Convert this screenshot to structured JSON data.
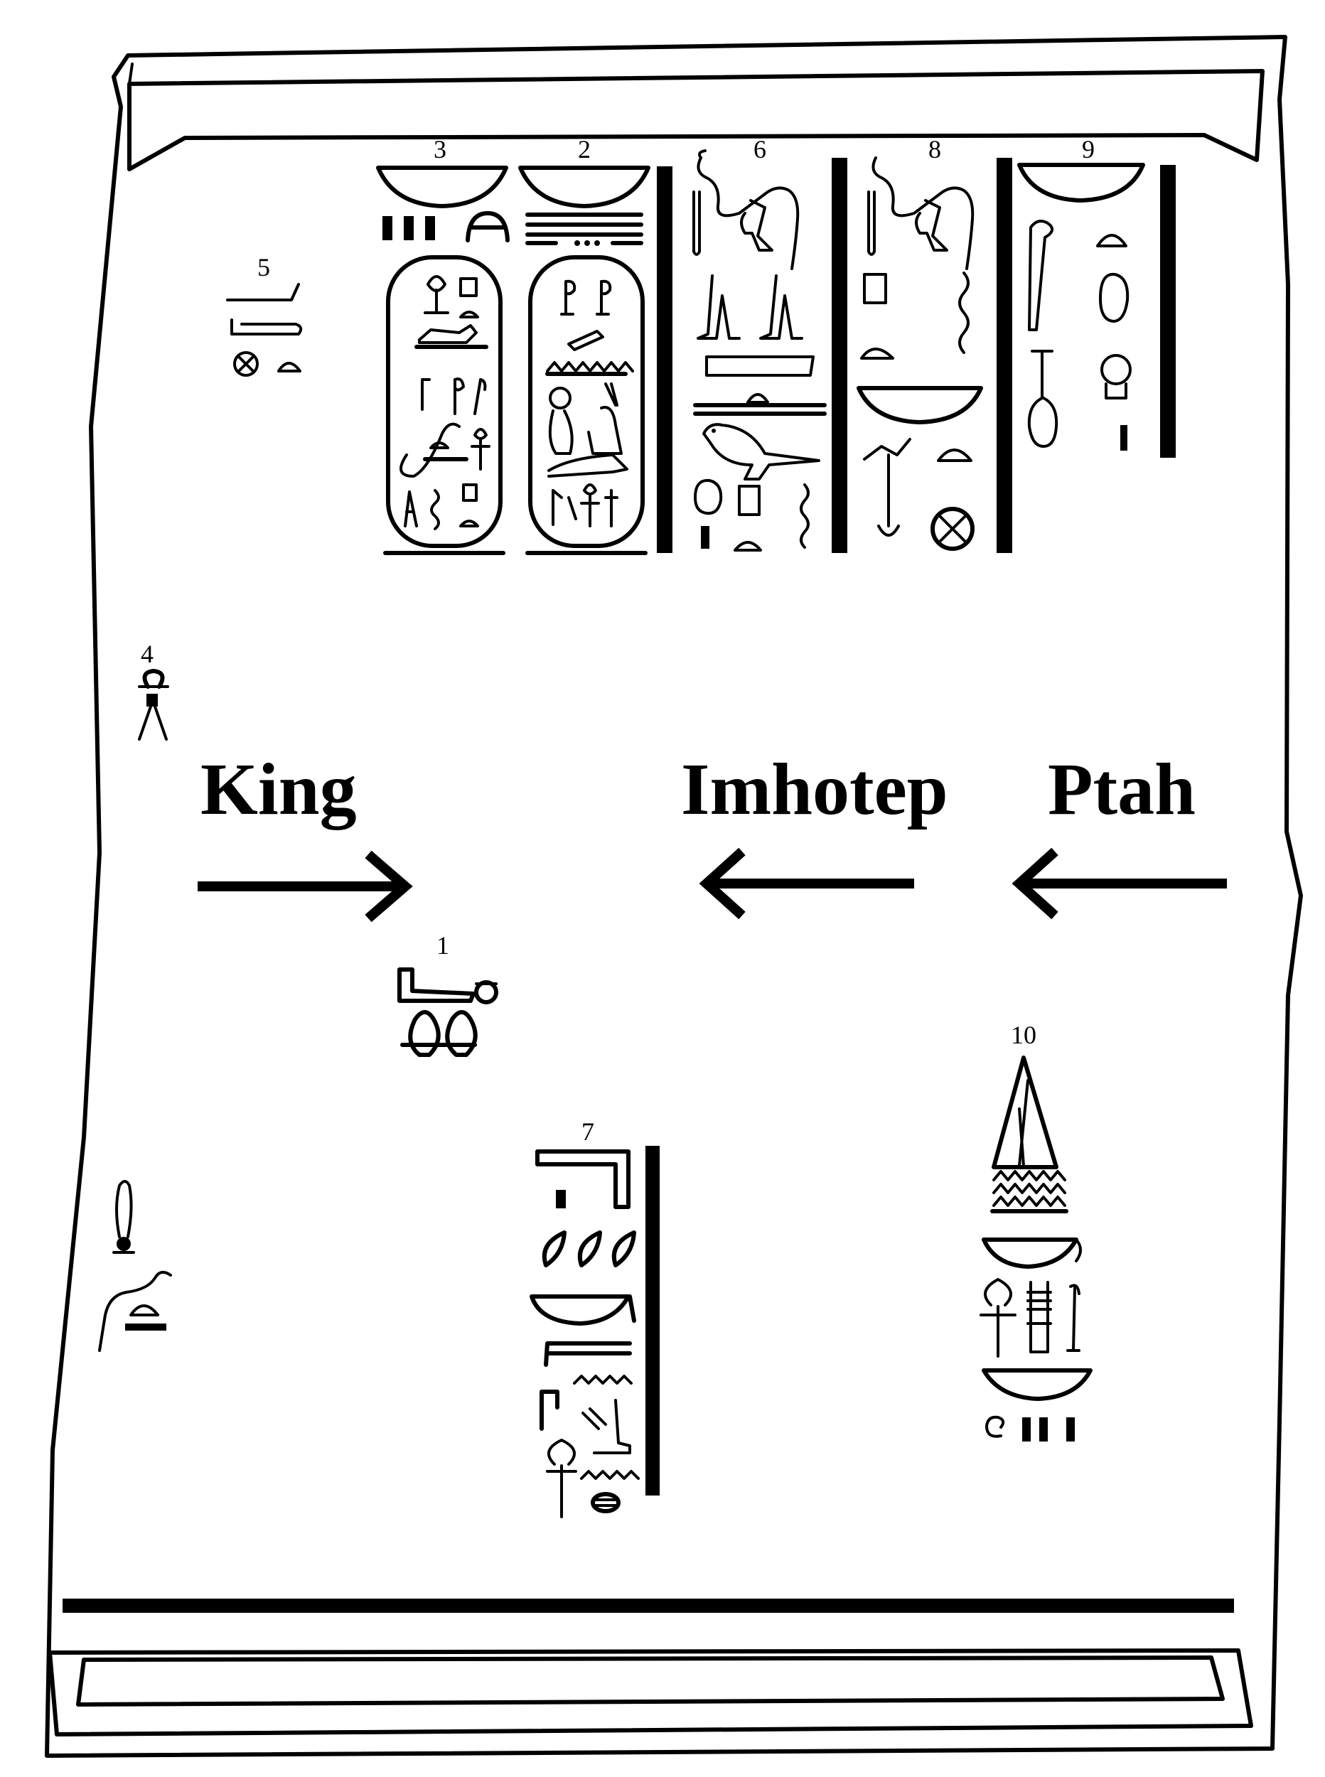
{
  "figure_labels": {
    "king": "King",
    "imhotep": "Imhotep",
    "ptah": "Ptah"
  },
  "column_numbers": {
    "n1": "1",
    "n2": "2",
    "n3": "3",
    "n4": "4",
    "n5": "5",
    "n6": "6",
    "n7": "7",
    "n8": "8",
    "n9": "9",
    "n10": "10"
  },
  "arrows": {
    "king": "right",
    "imhotep": "left",
    "ptah": "left"
  },
  "colors": {
    "ink": "#000000",
    "background": "#ffffff"
  }
}
